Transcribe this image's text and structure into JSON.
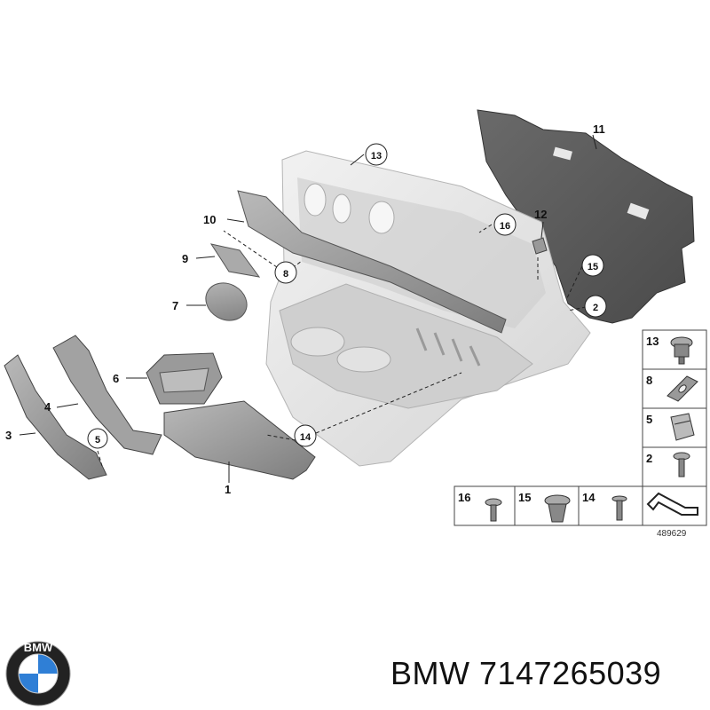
{
  "callouts": {
    "c1": "1",
    "c2": "2",
    "c3": "3",
    "c4": "4",
    "c5": "5",
    "c6": "6",
    "c7": "7",
    "c8": "8",
    "c9": "9",
    "c10": "10",
    "c11": "11",
    "c12": "12",
    "c13": "13",
    "c14": "14",
    "c15": "15",
    "c16": "16"
  },
  "legend": {
    "right_column": [
      "13",
      "8",
      "5",
      "2"
    ],
    "bottom_row": [
      "16",
      "15",
      "14"
    ],
    "diagram_ref": "489629"
  },
  "logo": {
    "brand_letters": "BMW"
  },
  "caption": "BMW 7147265039",
  "colors": {
    "part_grey": "#8e8e8e",
    "panel_light": "#e4e4e4",
    "insulation_dark": "#555555",
    "logo_blue": "#2f7fd6"
  }
}
